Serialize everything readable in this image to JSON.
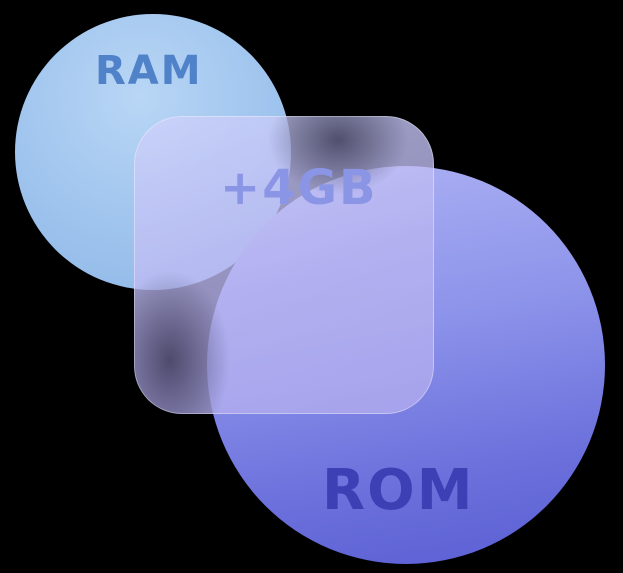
{
  "graphic": {
    "ram_label": "RAM",
    "extension_label": "+4GB",
    "rom_label": "ROM"
  },
  "colors": {
    "background": "#000000",
    "ram_circle": "#a3c7ef",
    "rom_circle": "#7c82e4",
    "glass_card": "#bdbaf2",
    "ram_text": "#4f82c8",
    "extension_text": "#8b95e6",
    "rom_text": "#3c40b4"
  }
}
